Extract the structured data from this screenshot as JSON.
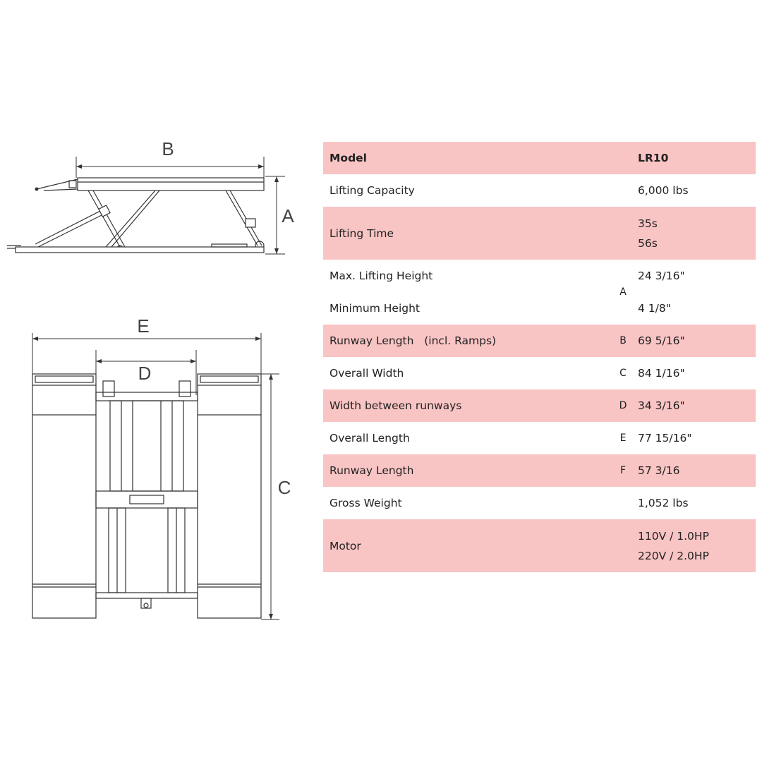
{
  "dimension_letters": {
    "a": "A",
    "b": "B",
    "c": "C",
    "d": "D",
    "e": "E"
  },
  "specs": {
    "header": {
      "label": "Model",
      "value": "LR10"
    },
    "rows": [
      {
        "label": "Lifting Capacity",
        "letter": "",
        "values": [
          "6,000 lbs"
        ]
      },
      {
        "label": "Lifting Time",
        "letter": "",
        "values": [
          "35s",
          "56s"
        ]
      },
      {
        "label": "Max. Lifting Height",
        "letter": "A",
        "values": [
          "24 3/16\""
        ]
      },
      {
        "label": "Minimum Height",
        "letter": "",
        "values": [
          "4 1/8\""
        ]
      },
      {
        "label": "Runway Length   (incl. Ramps)",
        "letter": "B",
        "values": [
          "69 5/16\""
        ]
      },
      {
        "label": "Overall Width",
        "letter": "C",
        "values": [
          "84 1/16\""
        ]
      },
      {
        "label": "Width between runways",
        "letter": "D",
        "values": [
          "34 3/16\""
        ]
      },
      {
        "label": "Overall Length",
        "letter": "E",
        "values": [
          "77 15/16\""
        ]
      },
      {
        "label": "Runway Length",
        "letter": "F",
        "values": [
          "57 3/16"
        ]
      },
      {
        "label": "Gross Weight",
        "letter": "",
        "values": [
          "1,052 lbs"
        ]
      },
      {
        "label": "Motor",
        "letter": "",
        "values": [
          "110V / 1.0HP",
          "220V / 2.0HP"
        ]
      }
    ]
  }
}
